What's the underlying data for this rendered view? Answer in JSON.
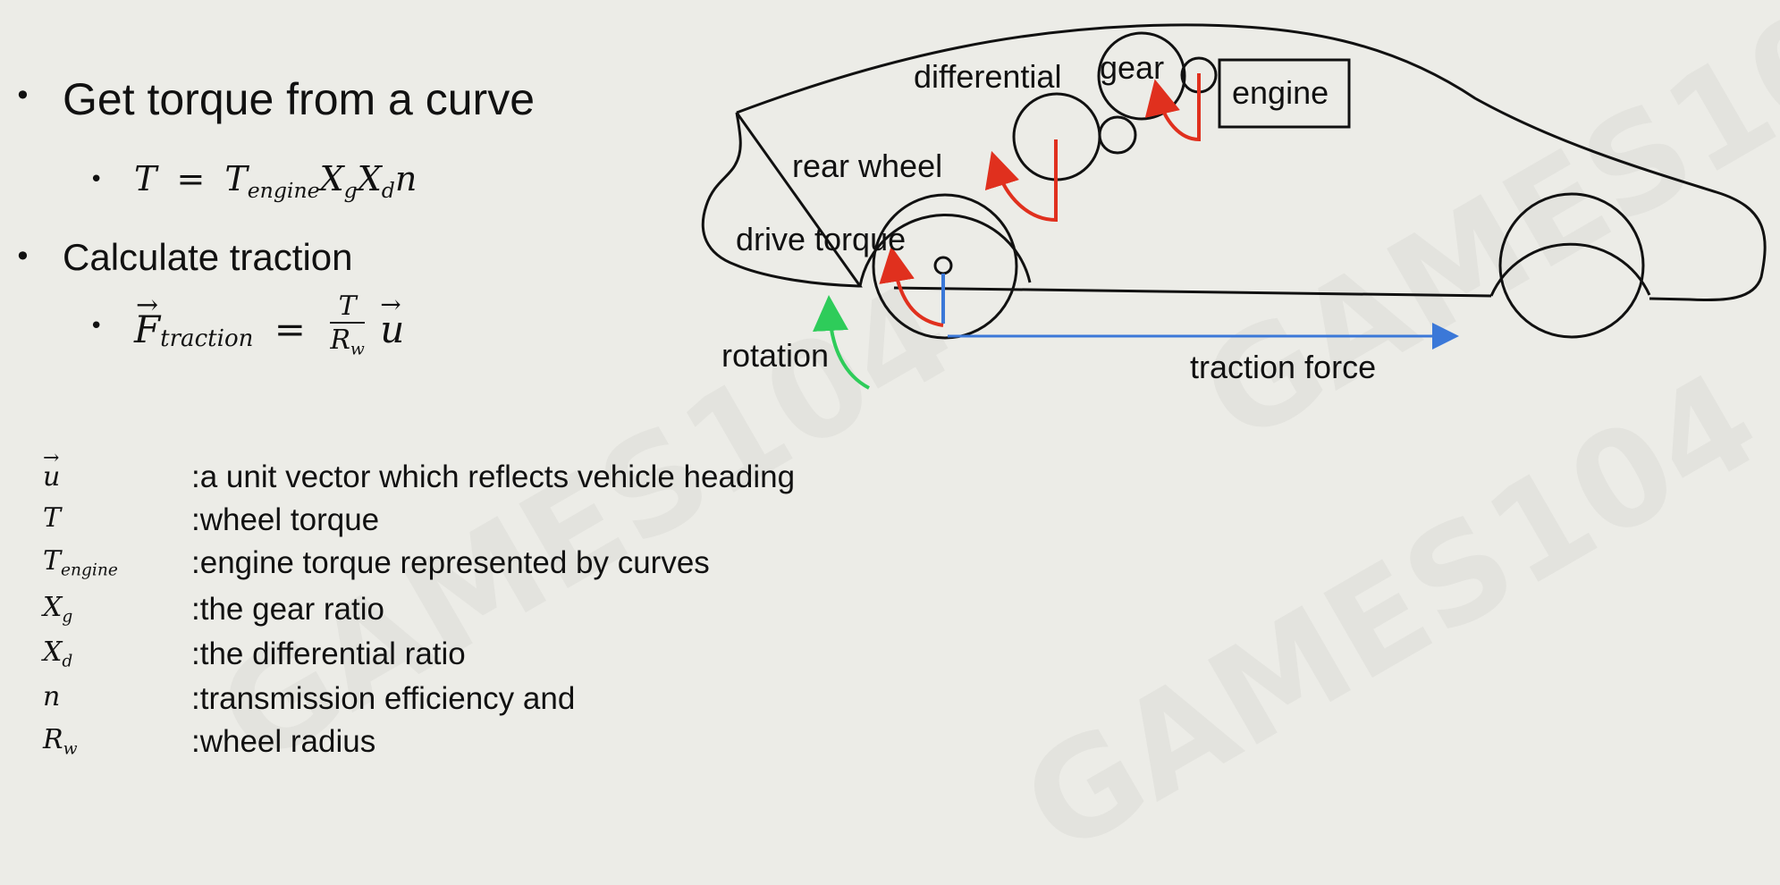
{
  "bullets": [
    {
      "text": "Get torque from a curve"
    },
    {
      "text": "Calculate traction"
    }
  ],
  "formulas": {
    "torque": {
      "lhs": "T",
      "eq": "=",
      "t_base": "T",
      "t_sub": "engine",
      "xg_base": "X",
      "xg_sub": "g",
      "xd_base": "X",
      "xd_sub": "d",
      "n": "n"
    },
    "traction": {
      "f_base": "F",
      "f_sub": "traction",
      "eq": "=",
      "num": "T",
      "den_base": "R",
      "den_sub": "w",
      "u": "u"
    }
  },
  "diagram": {
    "labels": {
      "differential": "differential",
      "gear": "gear",
      "engine": "engine",
      "rear_wheel": "rear wheel",
      "drive_torque": "drive torque",
      "rotation": "rotation",
      "traction_force": "traction force"
    },
    "colors": {
      "torque_arrow": "#e0301e",
      "rotation_arrow": "#2ecc5a",
      "traction_arrow": "#3b78d8",
      "outline": "#111111"
    }
  },
  "definitions": [
    {
      "sym_base": "u",
      "sym_sub": "",
      "text": ":a unit vector which reflects vehicle heading"
    },
    {
      "sym_base": "T",
      "sym_sub": "",
      "text": ":wheel torque"
    },
    {
      "sym_base": "T",
      "sym_sub": "engine",
      "text": ":engine torque represented by curves"
    },
    {
      "sym_base": "X",
      "sym_sub": "g",
      "text": ":the gear ratio"
    },
    {
      "sym_base": "X",
      "sym_sub": "d",
      "text": ":the differential ratio"
    },
    {
      "sym_base": "n",
      "sym_sub": "",
      "text": ":transmission efficiency and"
    },
    {
      "sym_base": "R",
      "sym_sub": "w",
      "text": ":wheel radius"
    }
  ]
}
